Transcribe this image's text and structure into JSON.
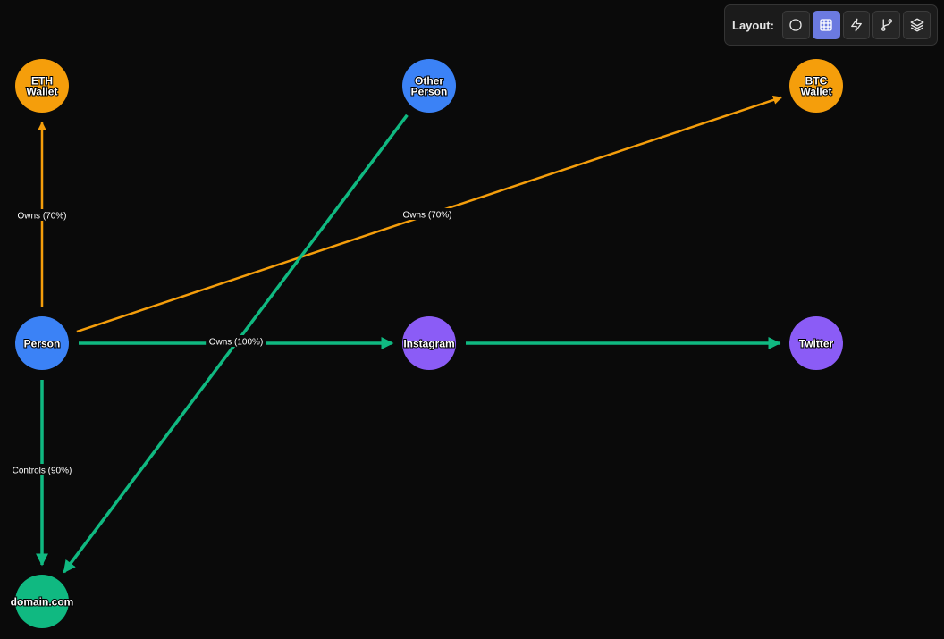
{
  "toolbar": {
    "label": "Layout:",
    "buttons": [
      {
        "name": "layout-circle-button",
        "icon": "circle-icon",
        "active": false
      },
      {
        "name": "layout-grid-button",
        "icon": "grid-icon",
        "active": true
      },
      {
        "name": "layout-force-button",
        "icon": "lightning-icon",
        "active": false
      },
      {
        "name": "layout-hierarchy-button",
        "icon": "branch-icon",
        "active": false
      },
      {
        "name": "layout-layered-button",
        "icon": "layers-icon",
        "active": false
      }
    ]
  },
  "colors": {
    "background": "#0a0a0a",
    "wallet": "#f59e0b",
    "person": "#3b82f6",
    "account": "#8b5cf6",
    "domain": "#10b981",
    "edge_wallet": "#f59e0b",
    "edge_default": "#10b981"
  },
  "nodes": [
    {
      "id": "eth",
      "lines": [
        "ETH",
        "Wallet"
      ],
      "type": "wallet"
    },
    {
      "id": "other",
      "lines": [
        "Other",
        "Person"
      ],
      "type": "person"
    },
    {
      "id": "btc",
      "lines": [
        "BTC",
        "Wallet"
      ],
      "type": "wallet"
    },
    {
      "id": "person",
      "lines": [
        "Person"
      ],
      "type": "person"
    },
    {
      "id": "instagram",
      "lines": [
        "Instagram"
      ],
      "type": "account"
    },
    {
      "id": "twitter",
      "lines": [
        "Twitter"
      ],
      "type": "account"
    },
    {
      "id": "domain",
      "lines": [
        "domain.com"
      ],
      "type": "domain"
    }
  ],
  "edges": [
    {
      "from": "person",
      "to": "eth",
      "label": "Owns (70%)",
      "color": "edge_wallet"
    },
    {
      "from": "person",
      "to": "btc",
      "label": "Owns (70%)",
      "color": "edge_wallet"
    },
    {
      "from": "person",
      "to": "instagram",
      "label": "Owns (100%)",
      "color": "edge_default"
    },
    {
      "from": "instagram",
      "to": "twitter",
      "label": "",
      "color": "edge_default"
    },
    {
      "from": "person",
      "to": "domain",
      "label": "Controls (90%)",
      "color": "edge_default"
    },
    {
      "from": "other",
      "to": "domain",
      "label": "",
      "color": "edge_default"
    }
  ]
}
